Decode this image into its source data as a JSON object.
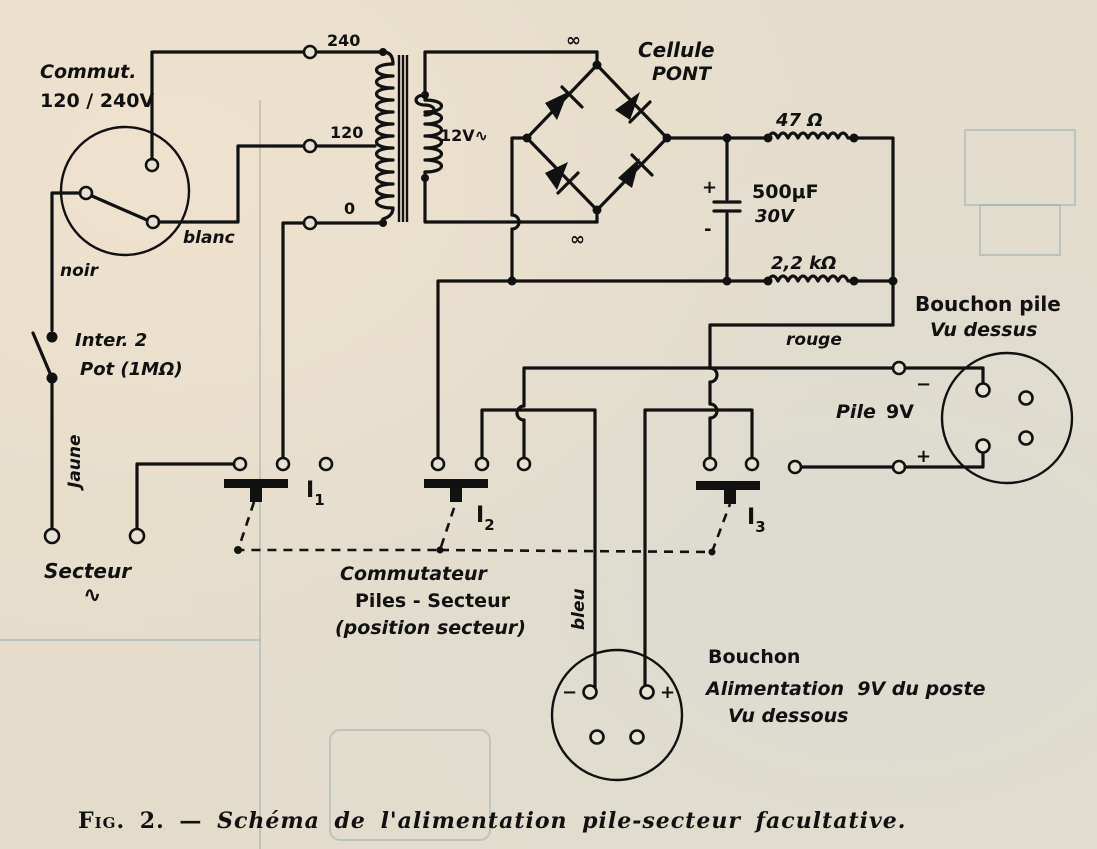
{
  "figure": {
    "caption_number": "Fig. 2. —",
    "caption_text": "Schéma de l'alimentation pile-secteur facultative."
  },
  "labels": {
    "commut_title": "Commut.",
    "commut_voltage": "120 / 240V",
    "wire_blanc": "blanc",
    "wire_noir": "noir",
    "wire_jaune": "Jaune",
    "wire_rouge": "rouge",
    "wire_bleu": "bleu",
    "inter_line1": "Inter. 2",
    "inter_line2": "Pot (1MΩ)",
    "secteur": "Secteur",
    "secteur_symbol": "∿",
    "tap_240": "240",
    "tap_120": "120",
    "tap_0": "0",
    "secondary": "12V∿",
    "ac_top": "∞",
    "ac_bottom": "∞",
    "bridge_line1": "Cellule",
    "bridge_line2": "PONT",
    "r1": "47 Ω",
    "r2": "2,2 kΩ",
    "cap_value": "500μF",
    "cap_voltage": "30V",
    "cap_plus": "+",
    "cap_minus": "-",
    "bouchon_pile_line1": "Bouchon pile",
    "bouchon_pile_line2": "Vu dessus",
    "pile": "Pile",
    "pile_voltage": "9V",
    "pile_minus": "−",
    "pile_plus": "+",
    "switch_1": "I",
    "switch_1_sub": "1",
    "switch_2": "I",
    "switch_2_sub": "2",
    "switch_3": "I",
    "switch_3_sub": "3",
    "commutateur_line1": "Commutateur",
    "commutateur_line2": "Piles - Secteur",
    "commutateur_line3": "(position secteur)",
    "bouchon_alim_line1": "Bouchon",
    "bouchon_alim_line2": "Alimentation  9V du poste",
    "bouchon_alim_line3": "Vu dessous",
    "alim_minus": "−",
    "alim_plus": "+"
  },
  "components": {
    "transformer": {
      "primary_taps": [
        "240",
        "120",
        "0"
      ],
      "secondary": "12V AC"
    },
    "rectifier": {
      "type": "bridge",
      "name": "Cellule PONT",
      "diodes": 4
    },
    "capacitor": {
      "value": "500 µF",
      "rating": "30 V"
    },
    "resistors": [
      {
        "value": "47 Ω"
      },
      {
        "value": "2,2 kΩ"
      }
    ],
    "switches": [
      "I1",
      "I2",
      "I3"
    ],
    "battery": {
      "voltage": "9 V"
    }
  }
}
